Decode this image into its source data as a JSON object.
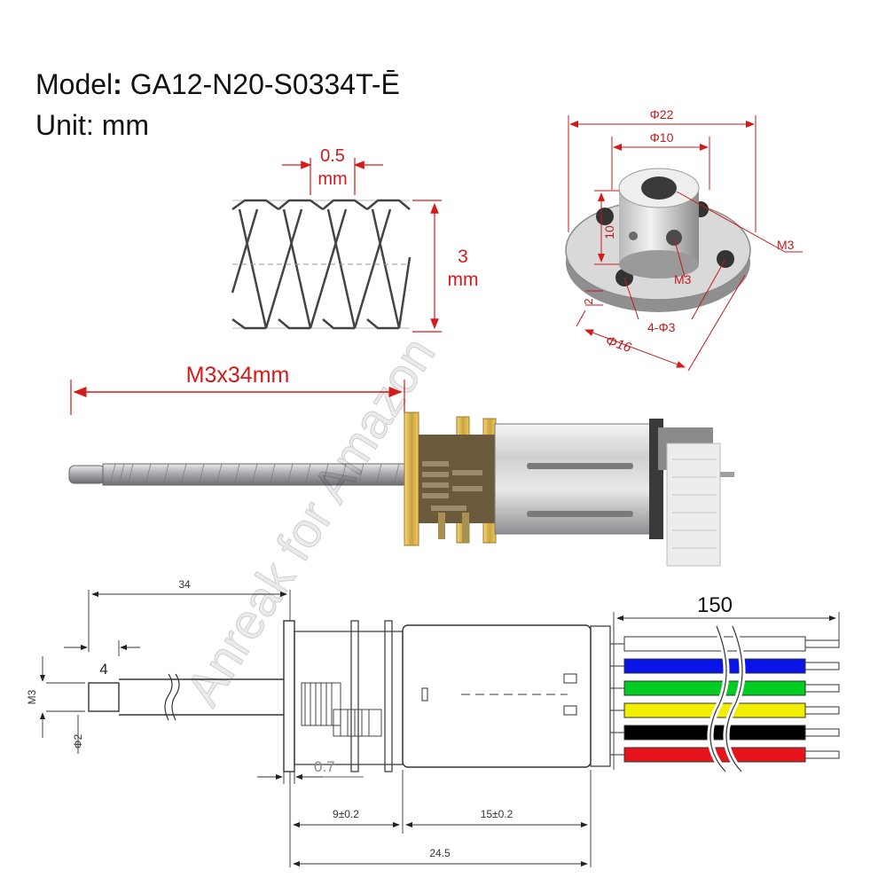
{
  "header": {
    "model_label": "Model",
    "model_value": "GA12-N20-S0334T-Ē",
    "unit_label": "Unit:",
    "unit_value": "mm"
  },
  "thread_detail": {
    "pitch": "0.5",
    "pitch_unit": "mm",
    "diameter": "3",
    "diameter_unit": "mm"
  },
  "coupler": {
    "outer_dia": "Φ22",
    "inner_dia": "Φ10",
    "height": "10",
    "set_screw": "M3",
    "center_screw": "M3",
    "flange_thickness": "2",
    "bolt_circle": "Φ16",
    "holes": "4-Φ3"
  },
  "photo": {
    "screw_length": "M3x34mm"
  },
  "drawing": {
    "screw_len": "34",
    "tip_len": "4",
    "thread_m3": "M3",
    "tip_dia": "Φ2",
    "gap": "0.7",
    "gearbox_len": "9±0.2",
    "motor_len": "15±0.2",
    "total_len": "24.5",
    "cable_len": "150"
  },
  "wires": {
    "colors": [
      "#ffffff",
      "#0a14e6",
      "#00cc22",
      "#f2ee00",
      "#000000",
      "#e8141c"
    ]
  },
  "watermark": {
    "text": "Anreak for Amazon"
  }
}
